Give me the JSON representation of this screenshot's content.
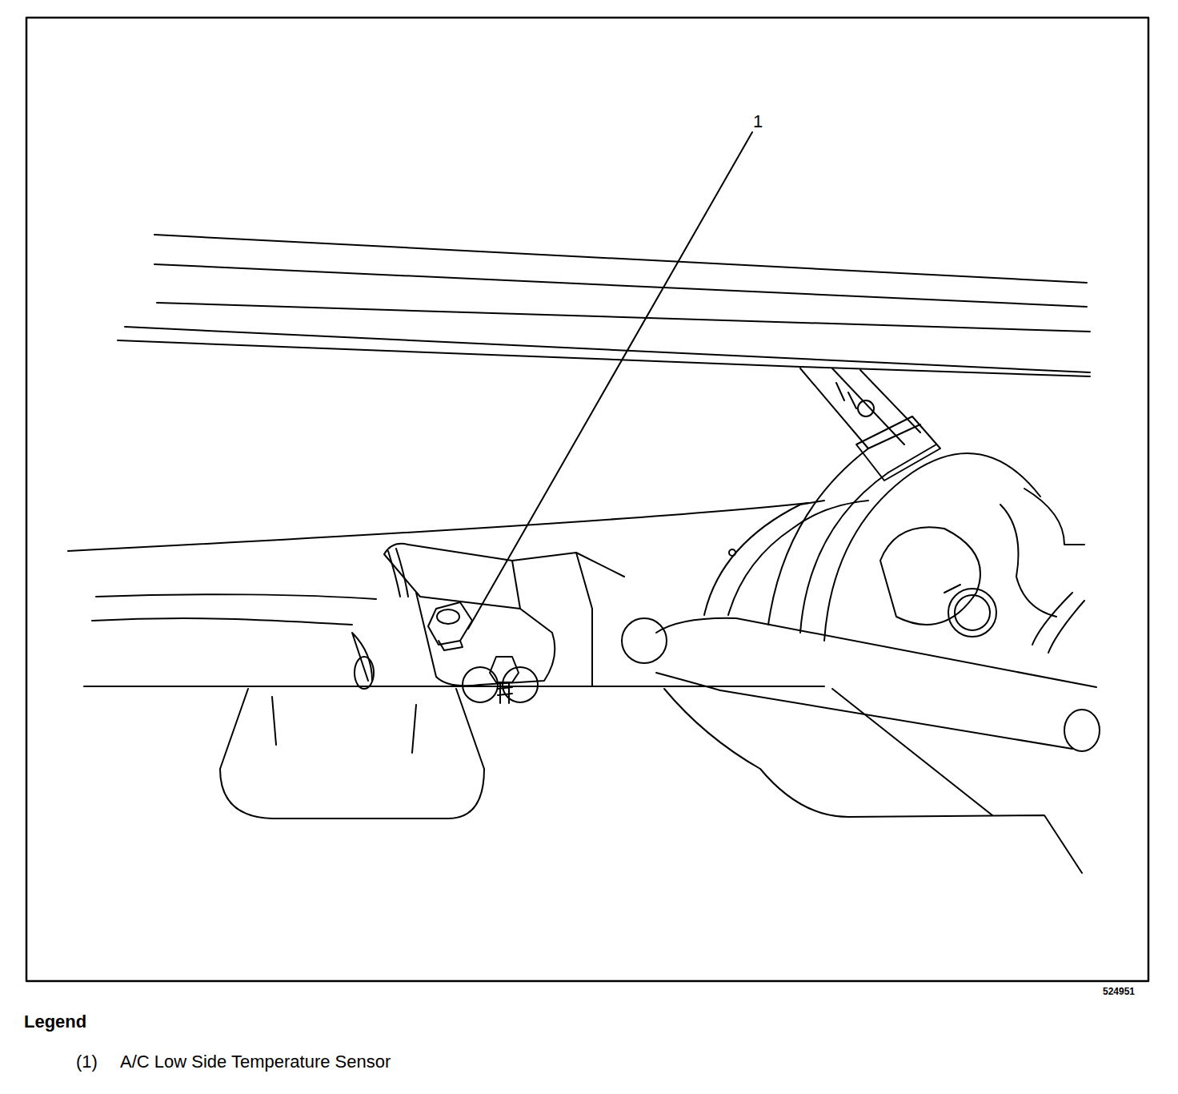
{
  "diagram": {
    "labels": [
      "1",
      "524951",
      "Legend",
      "(1)",
      "A/C Low Side Temperature Sensor"
    ]
  }
}
